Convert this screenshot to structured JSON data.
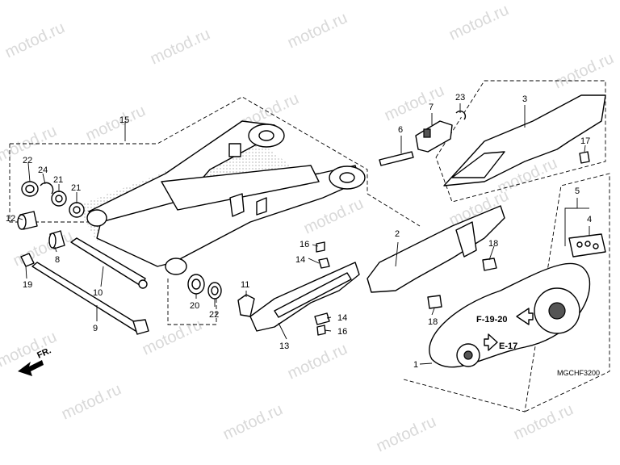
{
  "watermark": "motod.ru",
  "diagram_code": "MGCHF3200",
  "front_label": "FR.",
  "refs": {
    "f19": "F-19-20",
    "e17": "E-17"
  },
  "callouts": {
    "c1": "1",
    "c2": "2",
    "c3": "3",
    "c4": "4",
    "c5": "5",
    "c6": "6",
    "c7": "7",
    "c8": "8",
    "c9": "9",
    "c10": "10",
    "c11": "11",
    "c12": "12",
    "c13": "13",
    "c14a": "14",
    "c14b": "14",
    "c15": "15",
    "c16a": "16",
    "c16b": "16",
    "c17": "17",
    "c18a": "18",
    "c18b": "18",
    "c19": "19",
    "c20": "20",
    "c21a": "21",
    "c21b": "21",
    "c22a": "22",
    "c22b": "22",
    "c23": "23",
    "c24": "24"
  }
}
